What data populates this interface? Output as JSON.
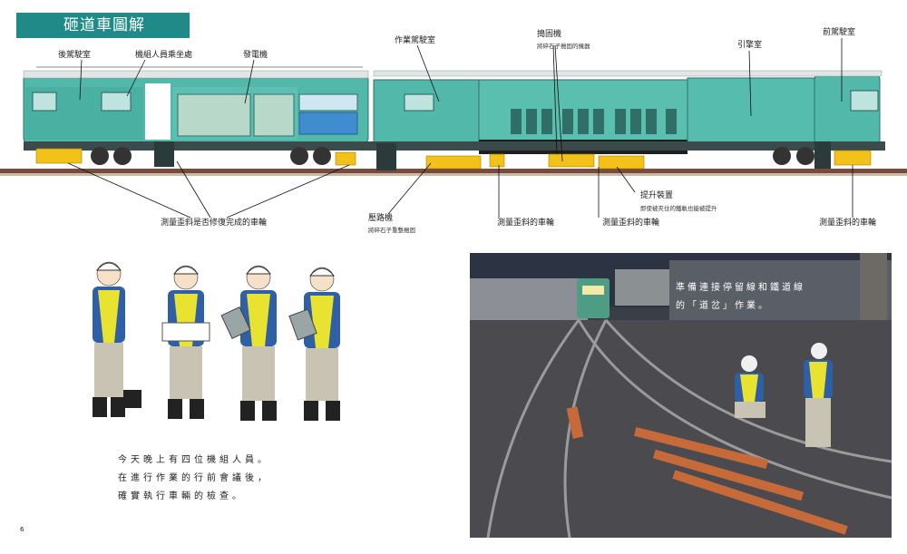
{
  "title": "砸道車圖解",
  "labels": {
    "rear_cab": "後駕駛室",
    "crew_seats": "機組人員乘坐處",
    "generator": "發電機",
    "work_cab": "作業駕駛室",
    "tamper": "搗固機",
    "tamper_desc": "將碎石子搗固的機器",
    "engine_room": "引擎室",
    "front_cab": "前駕駛室",
    "lifting_device": "提升裝置",
    "lifting_desc": "即使被夾住的鐵軌也能被提升",
    "measure_done_wheels": "測量歪斜是否修復完成的車輪",
    "compactor": "壓路機",
    "compactor_desc": "將碎石子重整搗固",
    "measure_wheels_1": "測量歪斜的車輪",
    "measure_wheels_2": "測量歪斜的車輪",
    "measure_wheels_3": "測量歪斜的車輪"
  },
  "story_lines": [
    "今天晚上有四位機組人員。",
    "在進行作業的行前會議後，",
    "確實執行車輛的檢查。"
  ],
  "scene_caption_lines": [
    "準備連接停留線和鐵道線",
    "的「道岔」作業。"
  ],
  "page_number": "6",
  "colors": {
    "banner": "#1f8a88",
    "train_body": "#52b8aa",
    "train_dark": "#3f9e93",
    "bogie_yellow": "#f2c21a",
    "vest_yellow": "#e8e231",
    "jacket_blue": "#2f5fa6",
    "night_sky": "#2c3443",
    "rail_orange": "#c76a3a"
  }
}
